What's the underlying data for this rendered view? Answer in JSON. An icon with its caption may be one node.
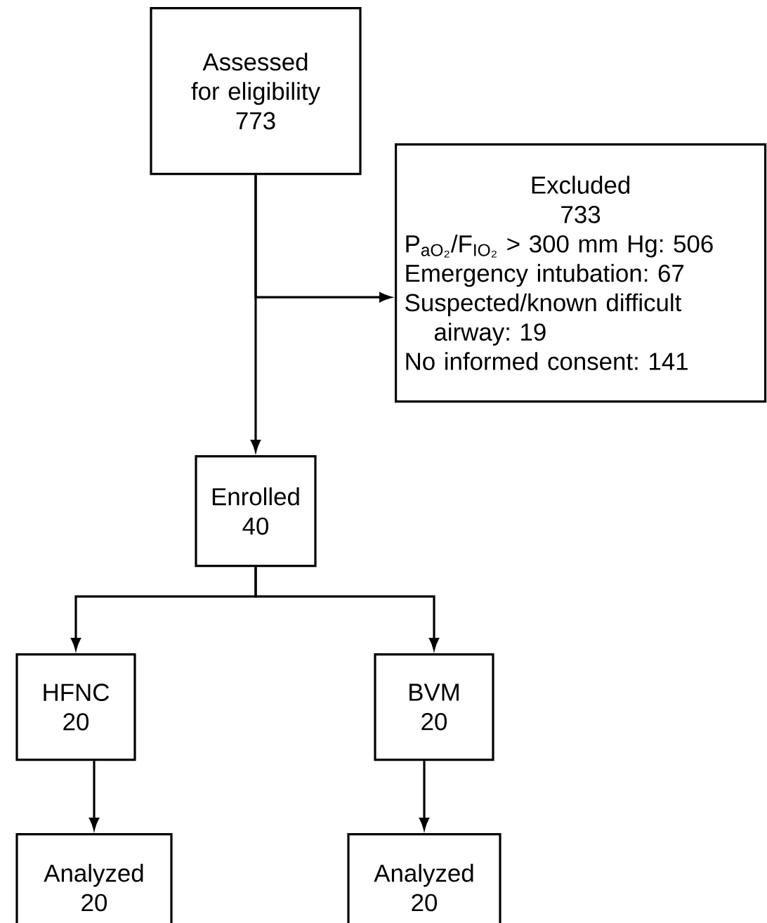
{
  "diagram": {
    "nodes": [
      {
        "text": [
          "Assessed for eligibility",
          "773"
        ]
      },
      {
        "text": [
          "Excluded",
          "733",
          "P$_{aO₂}$/F$_{IO₂}$ > 300 mm Hg: 506",
          "Emergency intubation: 67",
          "Suspected/known difficult airway: 19",
          "No informed consent: 141"
        ]
      },
      {
        "text": [
          "Enrolled",
          "40"
        ]
      },
      {
        "text": [
          "HFNC",
          "20"
        ]
      },
      {
        "text": [
          "BVM",
          "20"
        ]
      },
      {
        "text": [
          "Analyzed",
          "20"
        ]
      },
      {
        "text": [
          "Analyzed",
          "20"
        ]
      }
    ],
    "edges": [
      {
        "from": 0,
        "to": 2,
        "arrow": "to"
      },
      {
        "from": 0,
        "to": 1,
        "arrow": "to"
      },
      {
        "from": 2,
        "to": 3,
        "arrow": "to"
      },
      {
        "from": 2,
        "to": 4,
        "arrow": "to"
      },
      {
        "from": 3,
        "to": 5,
        "arrow": "to"
      },
      {
        "from": 4,
        "to": 6,
        "arrow": "to"
      }
    ]
  }
}
